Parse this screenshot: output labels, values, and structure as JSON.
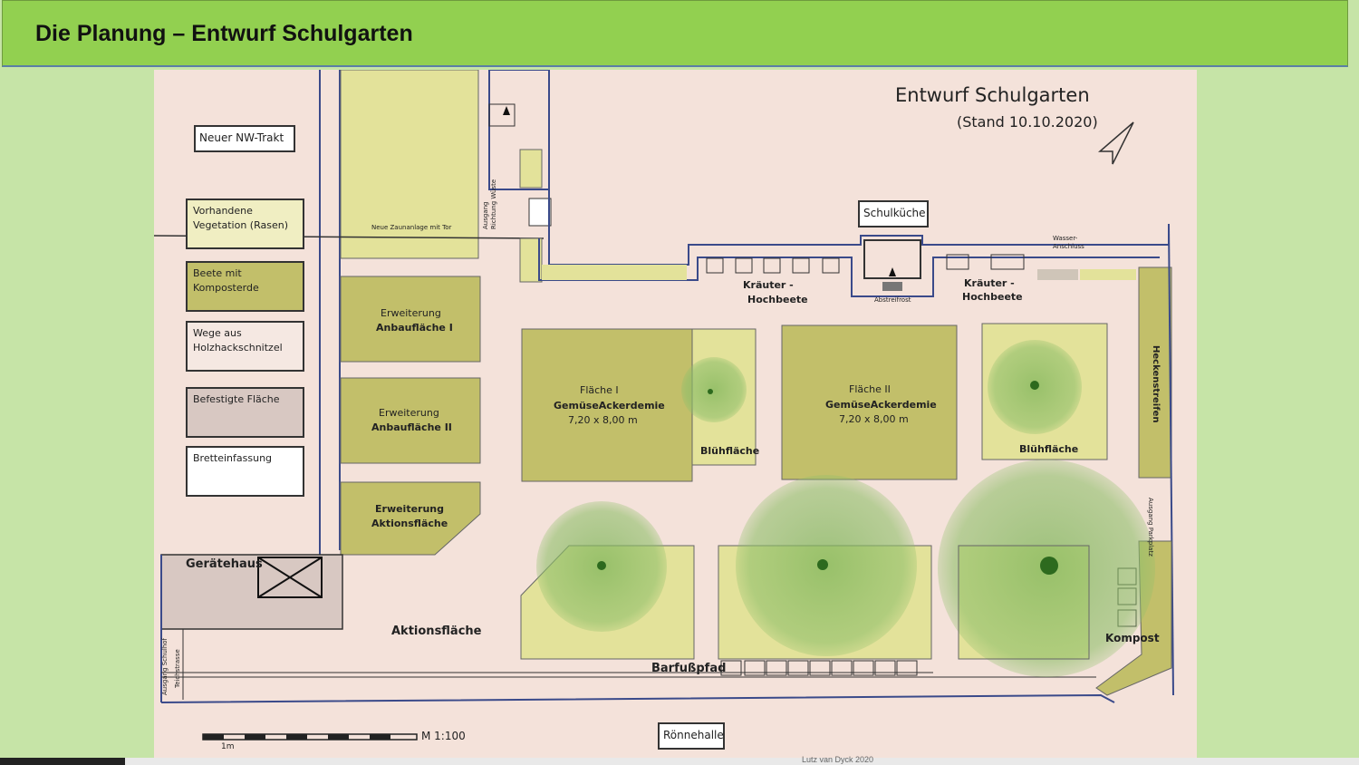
{
  "header": {
    "title": "Die Planung – Entwurf Schulgarten"
  },
  "plan": {
    "title": "Entwurf Schulgarten",
    "subtitle": "(Stand 10.10.2020)",
    "legend": {
      "nw_trakt": "Neuer NW-Trakt",
      "vegetation": "Vorhandene Vegetation (Rasen)",
      "beete": "Beete mit Komposterde",
      "wege": "Wege aus Holzhackschnitzel",
      "befestigt": "Befestigte Fläche",
      "brett": "Bretteinfassung"
    },
    "labels": {
      "zaun": "Neue Zaunanlage mit Tor",
      "ausgang_wueste": "Ausgang Richtung Wüste",
      "schulkueche": "Schulküche",
      "wasser": "Wasser-Anschluss",
      "kraeuter1_a": "Kräuter -",
      "kraeuter1_b": "Hochbeete",
      "kraeuter2_a": "Kräuter -",
      "kraeuter2_b": "Hochbeete",
      "abstreif": "Abstreifrost",
      "erw1_a": "Erweiterung",
      "erw1_b": "Anbaufläche I",
      "erw2_a": "Erweiterung",
      "erw2_b": "Anbaufläche II",
      "erw3_a": "Erweiterung",
      "erw3_b": "Aktionsfläche",
      "f1_a": "Fläche I",
      "f1_b": "GemüseAckerdemie",
      "f1_c": "7,20 x 8,00 m",
      "f2_a": "Fläche II",
      "f2_b": "GemüseAckerdemie",
      "f2_c": "7,20 x 8,00 m",
      "bluehflaeche1": "Blühfläche",
      "bluehflaeche2": "Blühfläche",
      "heckenstreifen": "Heckenstreifen",
      "parkplatz": "Ausgang Parkplatz",
      "geraetehaus": "Gerätehaus",
      "aktionsflaeche": "Aktionsfläche",
      "barfusspfad": "Barfußpfad",
      "kompost": "Kompost",
      "ausgang_schulhof": "Ausgang Schulhof",
      "teichstrasse": "Teichstrasse",
      "roennehalle": "Rönnehalle",
      "massstab": "M 1:100",
      "meter": "1m"
    }
  },
  "footer": {
    "credit": "Lutz van Dyck 2020"
  },
  "colors": {
    "header_bg": "#92d050",
    "page_bg": "#c6e4a7",
    "plan_bg": "#f3e0d8",
    "beet": "#c2bf6a",
    "vegetation": "#e3e29a",
    "tree": "#8fbf6a"
  }
}
